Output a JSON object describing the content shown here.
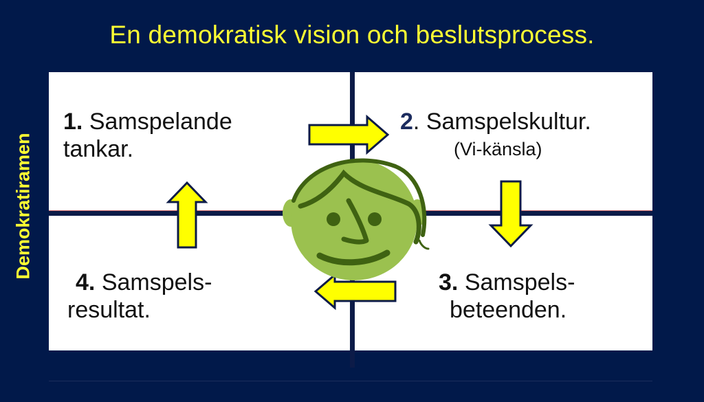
{
  "title": "En demokratisk vision och beslutsprocess.",
  "side_label": "Demokratiramen",
  "quadrants": [
    {
      "number": "1.",
      "line1": "Samspelande",
      "line2": "tankar."
    },
    {
      "number": "2",
      "number_suffix": ".",
      "line1": "Samspelskultur.",
      "line2": "(Vi-känsla)"
    },
    {
      "number": "3.",
      "line1": "Samspels-",
      "line2": "beteenden."
    },
    {
      "number": "4.",
      "line1": "Samspels-",
      "line2": "resultat."
    }
  ],
  "arrows": [
    {
      "from": "1",
      "to": "2",
      "direction": "right"
    },
    {
      "from": "2",
      "to": "3",
      "direction": "down"
    },
    {
      "from": "3",
      "to": "4",
      "direction": "left"
    },
    {
      "from": "4",
      "to": "1",
      "direction": "up"
    }
  ],
  "colors": {
    "background": "#01194a",
    "title": "#ffff33",
    "arrow_fill": "#ffff00",
    "arrow_stroke": "#0c1b48",
    "face": "#9bc14f",
    "face_features": "#3f6212"
  }
}
